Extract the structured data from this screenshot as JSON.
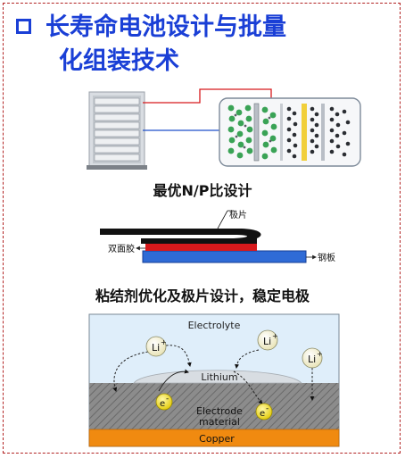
{
  "title": {
    "line1": "长寿命电池设计与批量",
    "line2": "化组装技术"
  },
  "captions": {
    "np_ratio": "最优N/P比设计",
    "binder": "粘结剂优化及极片设计，稳定电极"
  },
  "layer_labels": {
    "electrode_sheet": "极片",
    "double_sided_tape": "双面胶",
    "steel_plate": "钢板"
  },
  "electrode_diagram": {
    "electrolyte": "Electrolyte",
    "lithium": "Lithium",
    "electrode_material_line1": "Electrode",
    "electrode_material_line2": "material",
    "copper": "Copper",
    "li_ion": "Li",
    "li_charge": "+",
    "electron": "e",
    "electron_charge": "-"
  },
  "colors": {
    "title_blue": "#1a3fd6",
    "frame_red": "#b22222",
    "electrolyte_bg": "#dfeefa",
    "copper": "#f08a10",
    "tape_red": "#d7191c",
    "steel_blue": "#2f6bd6"
  }
}
